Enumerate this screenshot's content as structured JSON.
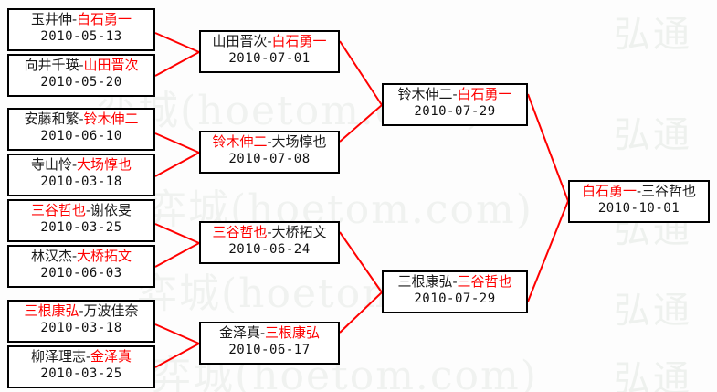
{
  "watermark": {
    "left_text": "弈城(hoetom.com)",
    "right_text": "弘通",
    "color": "#f0f2f0"
  },
  "colors": {
    "winner": "#ff0000",
    "loser": "#1a1a1a",
    "line": "#ff0000",
    "box_border": "#000000",
    "background": "#fdfdfd"
  },
  "bracket": {
    "round1": [
      {
        "left": "玉井伸",
        "right": "白石勇一",
        "winner": "right",
        "date": "2010-05-13"
      },
      {
        "left": "向井千瑛",
        "right": "山田晋次",
        "winner": "right",
        "date": "2010-05-20"
      },
      {
        "left": "安藤和繁",
        "right": "铃木伸二",
        "winner": "right",
        "date": "2010-06-10"
      },
      {
        "left": "寺山怜",
        "right": "大场惇也",
        "winner": "right",
        "date": "2010-03-18"
      },
      {
        "left": "三谷哲也",
        "right": "谢依旻",
        "winner": "left",
        "date": "2010-03-25"
      },
      {
        "left": "林汉杰",
        "right": "大桥拓文",
        "winner": "right",
        "date": "2010-06-03"
      },
      {
        "left": "三根康弘",
        "right": "万波佳奈",
        "winner": "left",
        "date": "2010-03-18"
      },
      {
        "left": "柳泽理志",
        "right": "金泽真",
        "winner": "right",
        "date": "2010-03-25"
      }
    ],
    "round2": [
      {
        "left": "山田晋次",
        "right": "白石勇一",
        "winner": "right",
        "date": "2010-07-01"
      },
      {
        "left": "铃木伸二",
        "right": "大场惇也",
        "winner": "left",
        "date": "2010-07-08"
      },
      {
        "left": "三谷哲也",
        "right": "大桥拓文",
        "winner": "left",
        "date": "2010-06-24"
      },
      {
        "left": "金泽真",
        "right": "三根康弘",
        "winner": "right",
        "date": "2010-06-17"
      }
    ],
    "round3": [
      {
        "left": "铃木伸二",
        "right": "白石勇一",
        "winner": "right",
        "date": "2010-07-29"
      },
      {
        "left": "三根康弘",
        "right": "三谷哲也",
        "winner": "right",
        "date": "2010-07-29"
      }
    ],
    "final": [
      {
        "left": "白石勇一",
        "right": "三谷哲也",
        "winner": "left",
        "date": "2010-10-01"
      }
    ]
  },
  "separator": "-"
}
